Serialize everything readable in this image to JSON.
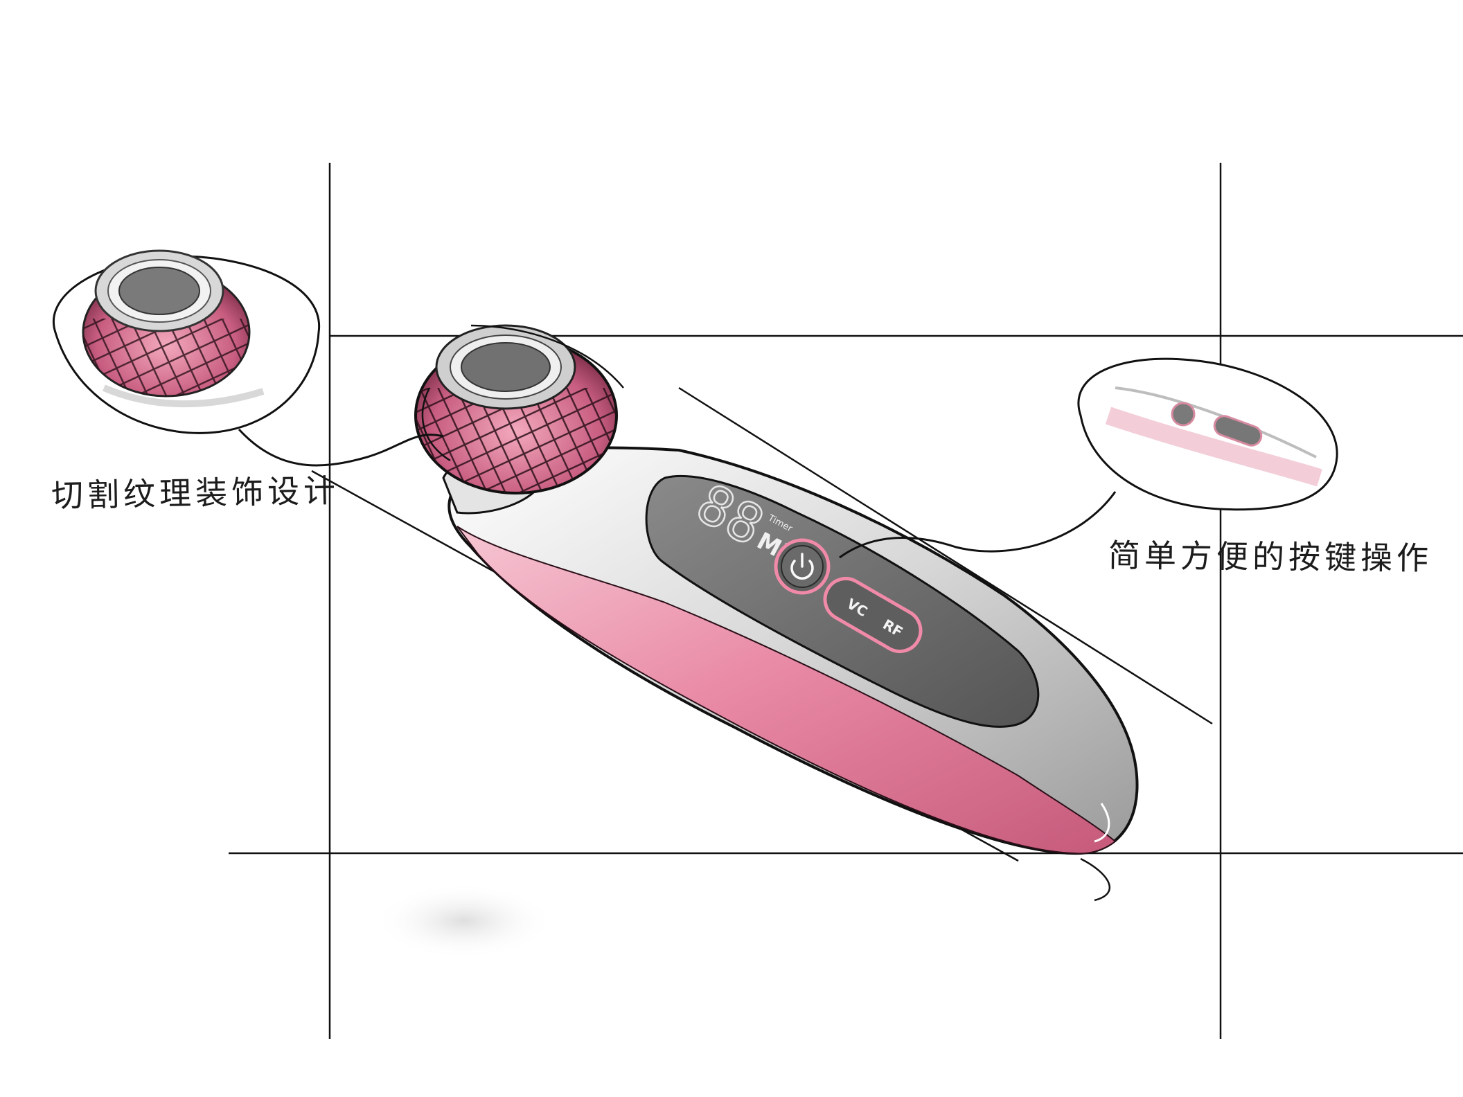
{
  "annotations": {
    "left_callout": "切割纹理装饰设计",
    "right_callout": "简单方便的按键操作"
  },
  "device_display": {
    "digits": "88",
    "unit": "MIN",
    "small_caption": "Timer",
    "mode_buttons": [
      "VC",
      "RF"
    ]
  },
  "colors": {
    "pink": "#e27e9c",
    "pink_light": "#f3b7c7",
    "pink_dark": "#b54a6c",
    "silver": "#d9d9d9",
    "panel": "#6c6c6c",
    "ink": "#141414"
  },
  "icons": {
    "power_button": "power-icon"
  }
}
